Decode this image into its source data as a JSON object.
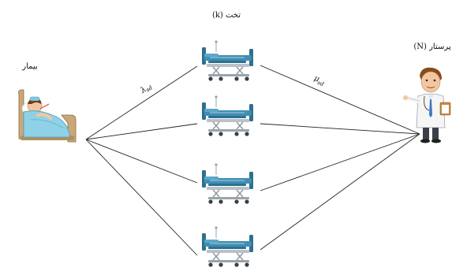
{
  "labels": {
    "beds_title": "تخت (k)",
    "patient": "بیمار",
    "nurse": "پرستار (N)",
    "arrival_rate_symbol": "λ",
    "arrival_rate_subscript": "sd",
    "service_rate_symbol": "μ",
    "service_rate_subscript": "sd"
  },
  "icons": {
    "patient": "sick-patient-in-bed-icon",
    "nurse": "doctor-nurse-with-clipboard-icon",
    "bed": "hospital-bed-icon"
  },
  "bed_count": 4,
  "colors": {
    "lines": "#222222",
    "bed_frame": "#2f6f8f",
    "bed_mattress": "#3e8fb3",
    "bed_metal": "#b9c2c9",
    "nurse_coat": "#f5f5f5",
    "nurse_tie": "#3a78c2",
    "nurse_skin": "#f2c7a0",
    "nurse_hair": "#8a4a1c",
    "patient_blanket": "#8fd1e6",
    "patient_bed": "#c9a878"
  }
}
